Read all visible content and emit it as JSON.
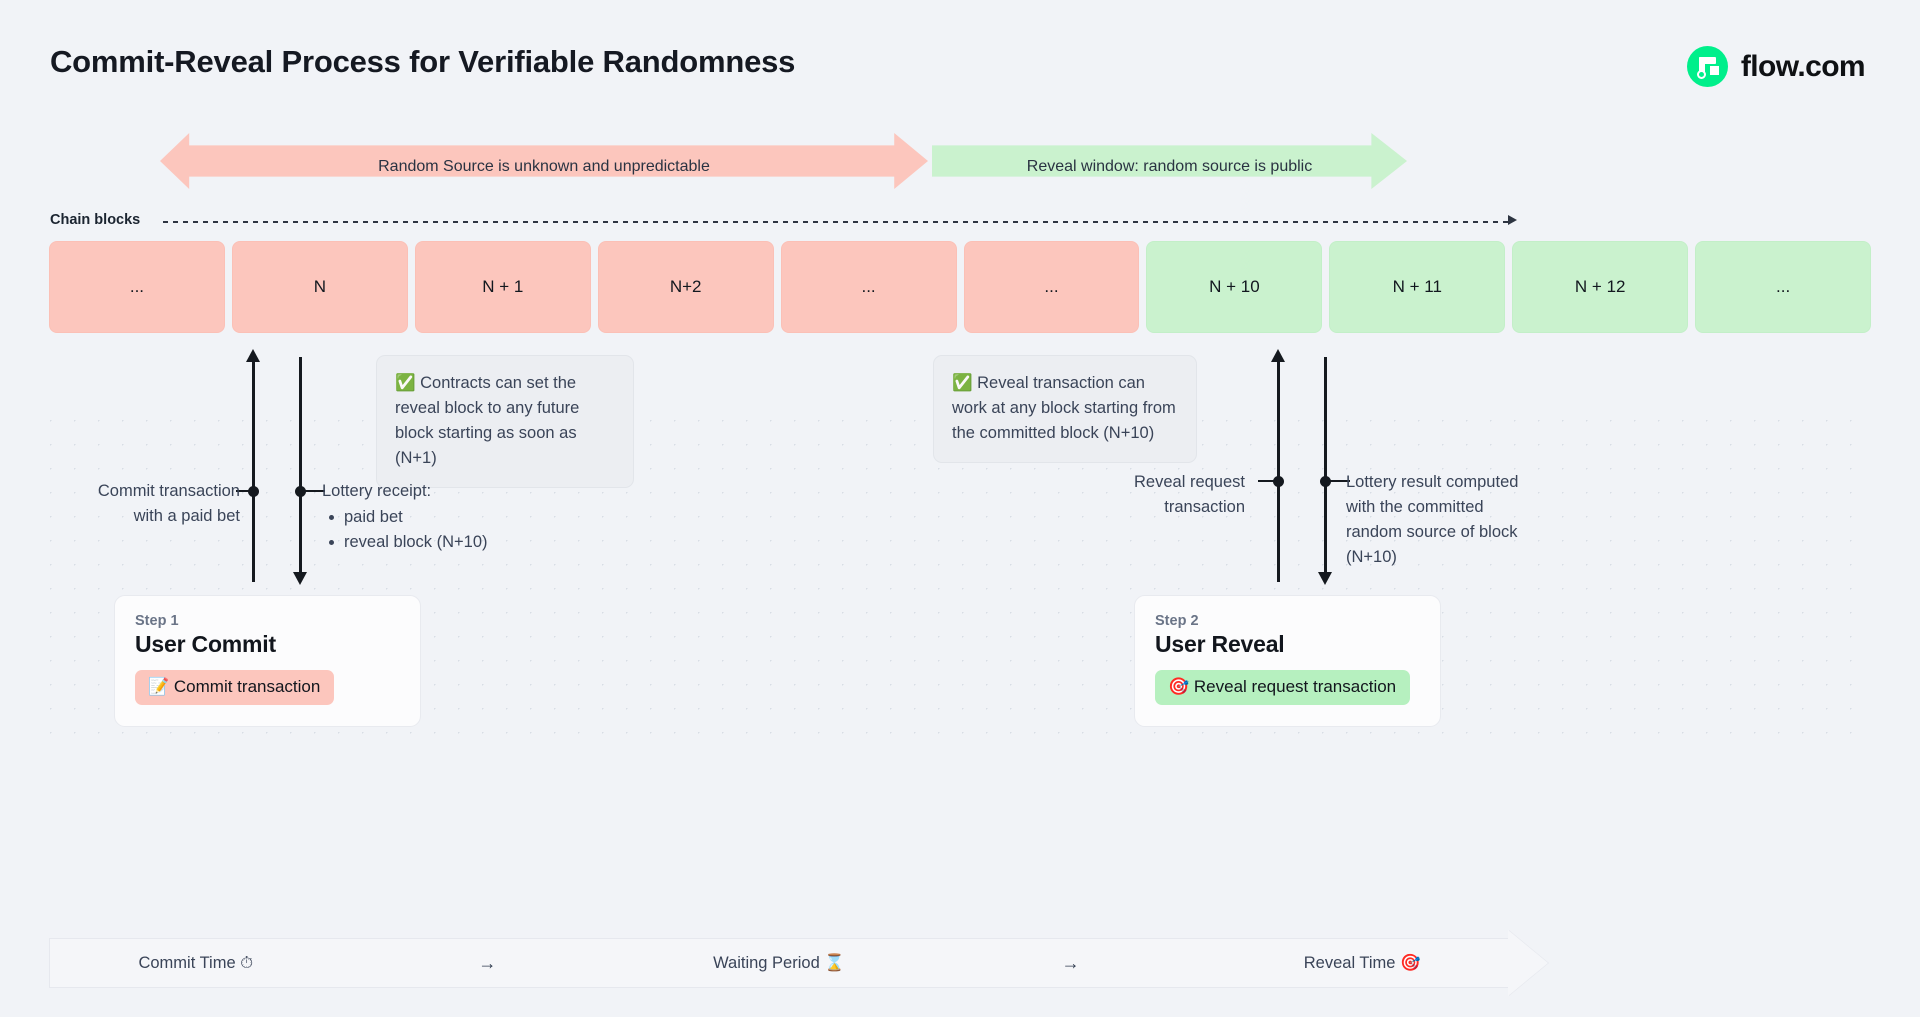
{
  "header": {
    "title": "Commit-Reveal Process for Verifiable Randomness",
    "brand_name": "flow.com",
    "brand_color": "#00ef8b"
  },
  "phase_banners": [
    {
      "label": "Random Source is unknown and unpredictable",
      "color": "#fcc6bd",
      "direction": "both"
    },
    {
      "label": "Reveal window: random source is public",
      "color": "#caf2ce",
      "direction": "right"
    }
  ],
  "chain": {
    "label": "Chain blocks",
    "blocks": [
      {
        "label": "...",
        "state": "pink"
      },
      {
        "label": "N",
        "state": "pink"
      },
      {
        "label": "N + 1",
        "state": "pink"
      },
      {
        "label": "N+2",
        "state": "pink"
      },
      {
        "label": "...",
        "state": "pink"
      },
      {
        "label": "...",
        "state": "pink"
      },
      {
        "label": "N + 10",
        "state": "green"
      },
      {
        "label": "N + 11",
        "state": "green"
      },
      {
        "label": "N + 12",
        "state": "green"
      },
      {
        "label": "...",
        "state": "green"
      }
    ]
  },
  "notes": {
    "commit": {
      "icon": "white-check-mark",
      "text": "Contracts can set the reveal block to any future block starting as soon as (N+1)"
    },
    "reveal": {
      "icon": "white-check-mark",
      "text": "Reveal transaction can work at any block starting from the committed block (N+10)"
    }
  },
  "annotations": {
    "commit_tx": "Commit transaction with a paid bet",
    "lottery_receipt_title": "Lottery receipt:",
    "lottery_receipt_items": [
      "paid bet",
      "reveal block (N+10)"
    ],
    "reveal_request": "Reveal request transaction",
    "lottery_result": "Lottery result computed with the committed random source of block (N+10)"
  },
  "steps": [
    {
      "kicker": "Step 1",
      "title": "User Commit",
      "pill_label": "Commit transaction",
      "pill_icon": "memo",
      "pill_color": "#fcc6bd"
    },
    {
      "kicker": "Step 2",
      "title": "User Reveal",
      "pill_label": "Reveal request transaction",
      "pill_icon": "direct-hit",
      "pill_color": "#b6f0bf"
    }
  ],
  "timeline": {
    "stages": [
      {
        "label": "Commit Time",
        "icon": "stopwatch"
      },
      {
        "label": "Waiting Period",
        "icon": "hourglass"
      },
      {
        "label": "Reveal Time",
        "icon": "direct-hit"
      }
    ],
    "separator": "→"
  }
}
